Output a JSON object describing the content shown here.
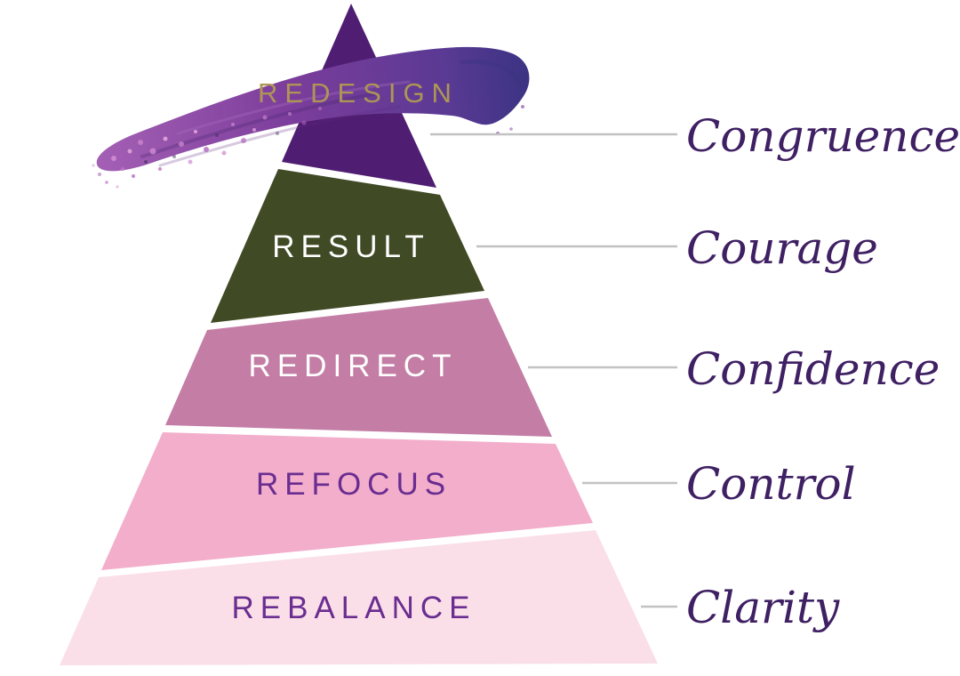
{
  "diagram": {
    "type": "pyramid",
    "background": "#FFFFFF",
    "tiers": [
      {
        "id": "redesign",
        "label": "REDESIGN",
        "annotation": "Congruence",
        "fill": "#4F1D72",
        "label_color": "#AD9655"
      },
      {
        "id": "result",
        "label": "RESULT",
        "annotation": "Courage",
        "fill": "#404A24",
        "label_color": "#FFFFFF"
      },
      {
        "id": "redirect",
        "label": "REDIRECT",
        "annotation": "Confidence",
        "fill": "#C47EA6",
        "label_color": "#FFFFFF"
      },
      {
        "id": "refocus",
        "label": "REFOCUS",
        "annotation": "Control",
        "fill": "#F3AECB",
        "label_color": "#6A2D90"
      },
      {
        "id": "rebalance",
        "label": "REBALANCE",
        "annotation": "Clarity",
        "fill": "#FADFE9",
        "label_color": "#6A2D90"
      }
    ],
    "annotation_color": "#3F2063",
    "connector_color": "#C2C2C2",
    "brush": {
      "light": "#A35FB4",
      "main": "#7B3D9B",
      "deep": "#5A3A94",
      "dark": "#3A3382"
    }
  }
}
